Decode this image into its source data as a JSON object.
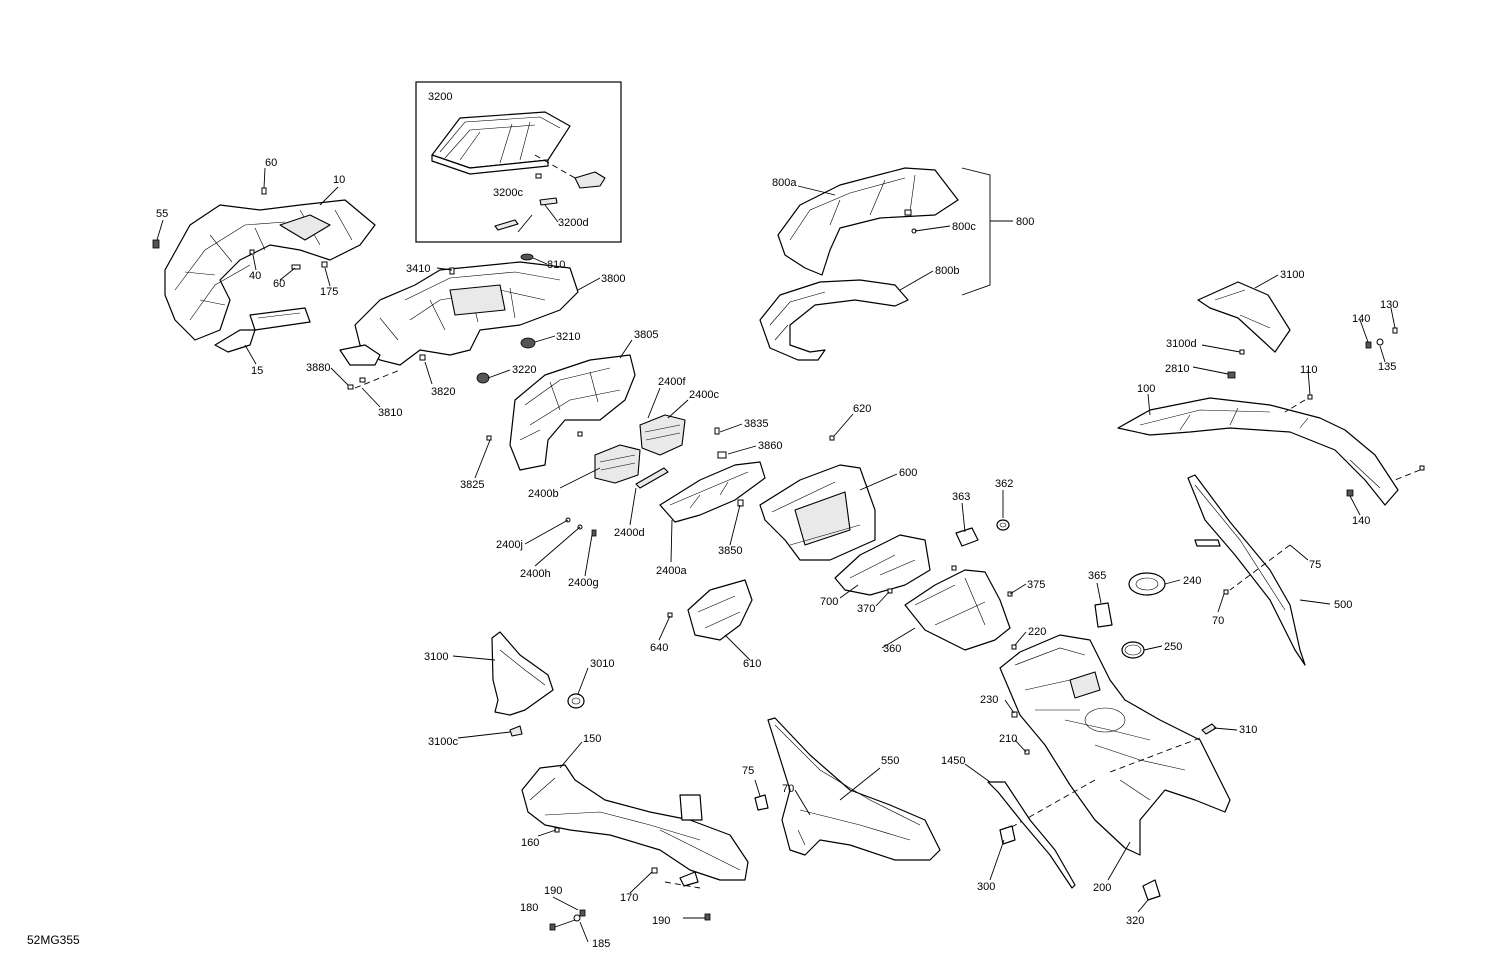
{
  "drawing_code": "52MG355",
  "callouts": {
    "c3200": "3200",
    "c3200c": "3200c",
    "c3200d": "3200d",
    "c60a": "60",
    "c10": "10",
    "c55": "55",
    "c40": "40",
    "c60b": "60",
    "c175": "175",
    "c15": "15",
    "c3410": "3410",
    "c810": "810",
    "c3800": "3800",
    "c3210": "3210",
    "c3880": "3880",
    "c3820": "3820",
    "c3220": "3220",
    "c3810": "3810",
    "c3805": "3805",
    "c2400f": "2400f",
    "c2400c": "2400c",
    "c3835": "3835",
    "c3860": "3860",
    "c3825": "3825",
    "c2400b": "2400b",
    "c2400d": "2400d",
    "c3850": "3850",
    "c2400a": "2400a",
    "c2400j": "2400j",
    "c2400h": "2400h",
    "c2400g": "2400g",
    "c800a": "800a",
    "c800c": "800c",
    "c800": "800",
    "c800b": "800b",
    "c620": "620",
    "c600": "600",
    "c363": "363",
    "c362": "362",
    "c700": "700",
    "c370": "370",
    "c375": "375",
    "c360": "360",
    "c640": "640",
    "c610": "610",
    "c3100a": "3100",
    "c3100d": "3100d",
    "c130": "130",
    "c140a": "140",
    "c135": "135",
    "c2810": "2810",
    "c110": "110",
    "c100": "100",
    "c140b": "140",
    "c75a": "75",
    "c500": "500",
    "c70a": "70",
    "c365": "365",
    "c240": "240",
    "c250": "250",
    "c220": "220",
    "c3100b": "3100",
    "c3010": "3010",
    "c3100c": "3100c",
    "c150": "150",
    "c160": "160",
    "c75b": "75",
    "c70b": "70",
    "c550": "550",
    "c1450": "1450",
    "c230": "230",
    "c210": "210",
    "c310": "310",
    "c300": "300",
    "c200": "200",
    "c320": "320",
    "c190a": "190",
    "c180": "180",
    "c185": "185",
    "c170": "170",
    "c190b": "190"
  }
}
